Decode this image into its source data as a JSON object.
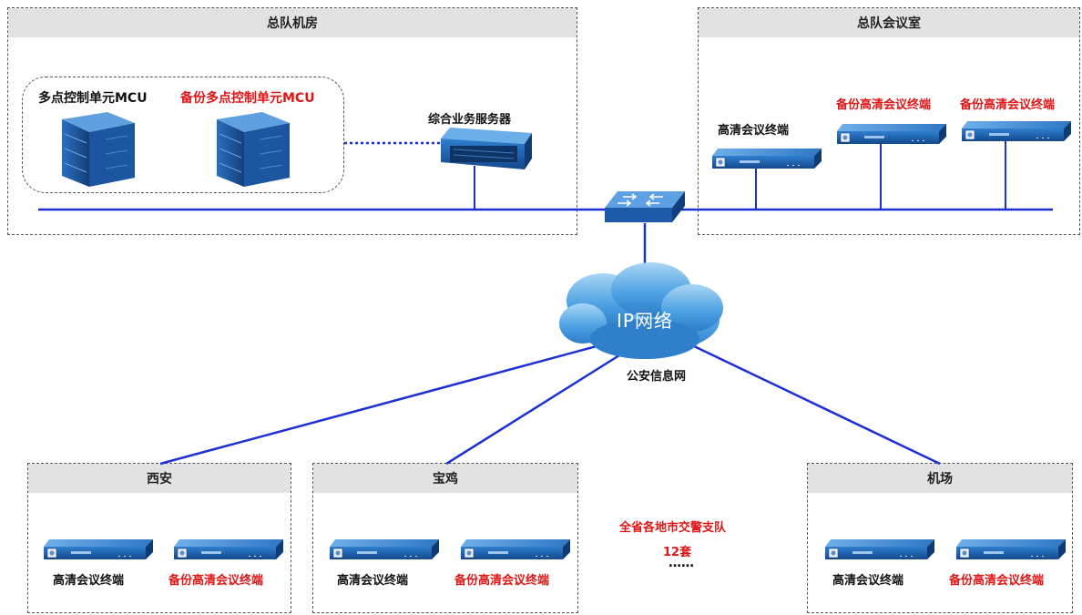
{
  "hq_room": {
    "title": "总队机房",
    "mcu": "多点控制单元MCU",
    "mcu_backup": "备份多点控制单元MCU",
    "server": "综合业务服务器"
  },
  "hq_meeting": {
    "title": "总队会议室",
    "terminal": "高清会议终端",
    "backup1": "备份高清会议终端",
    "backup2": "备份高清会议终端"
  },
  "network": {
    "cloud_label": "IP网络",
    "sub_label": "公安信息网"
  },
  "branches": [
    {
      "title": "西安",
      "terminal": "高清会议终端",
      "backup": "备份高清会议终端"
    },
    {
      "title": "宝鸡",
      "terminal": "高清会议终端",
      "backup": "备份高清会议终端"
    },
    {
      "title": "机场",
      "terminal": "高清会议终端",
      "backup": "备份高清会议终端"
    }
  ],
  "center_note": {
    "line1": "全省各地市交警支队",
    "line2": "12套",
    "ellipsis": "……"
  },
  "colors": {
    "link": "#1c2fd4",
    "device": "#1f64b4",
    "accent_red": "#e01515",
    "header_bg": "#e2e2e2"
  }
}
